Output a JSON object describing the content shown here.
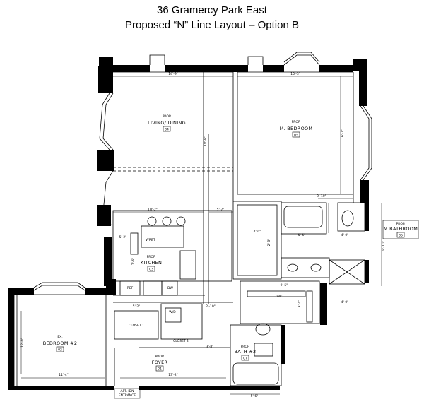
{
  "header": {
    "title": "36 Gramercy Park East",
    "subtitle": "Proposed “N” Line Layout – Option B"
  },
  "rooms": {
    "living": {
      "prefix": "PROP.",
      "name": "LIVING/ DINING",
      "num": "04"
    },
    "mbed": {
      "prefix": "PROP.",
      "name": "M. BEDROOM",
      "num": "05"
    },
    "mbath": {
      "prefix": "PROP.",
      "name": "M BATHROOM",
      "num": "06"
    },
    "kitchen": {
      "prefix": "PROP.",
      "name": "KITCHEN",
      "num": "03"
    },
    "bed2": {
      "prefix": "EX.",
      "name": "BEDROOM #2",
      "num": "02"
    },
    "foyer": {
      "prefix": "PROP.",
      "name": "FOYER",
      "num": "01"
    },
    "bath2": {
      "prefix": "PROP.",
      "name": "BATH #2",
      "num": "07"
    }
  },
  "labels": {
    "closet1": "CLOSET 1",
    "closet2": "CLOSET 2",
    "wic": "WIC",
    "wd": "W/D",
    "ref": "REF",
    "dw": "DW",
    "wrbt": "WRBT",
    "entrance_line1": "APT. IDN",
    "entrance_line2": "ENTRANCE"
  },
  "dimensions": {
    "d_living_w": "14'-9\"",
    "d_mbed_w": "15'-3\"",
    "d_mbed_h": "16'-7\"",
    "d_living_h": "18'-8\"",
    "d_kitchen_w": "10'-2\"",
    "d_5_7": "5'-7\"",
    "d_9_10": "9'-10\"",
    "d_4_0a": "4'-0\"",
    "d_5_5": "5'-5\"",
    "d_4_0b": "4'-0\"",
    "d_9_5": "9'-5\"",
    "d_4_0c": "4'-0\"",
    "d_5_2a": "5'-2\"",
    "d_5_2b": "5'-2\"",
    "d_2_10": "2'-10\"",
    "d_3_8": "3'-8\"",
    "d_11_4": "11'-4\"",
    "d_13_2": "13'-2\"",
    "d_5_6": "5'-6\"",
    "d_12_9": "12'-9\"",
    "d_8_10": "8'-10\"",
    "d_7_6": "7'-6\"",
    "d_2_8": "2'-8\"",
    "d_3_4": "3'-4\""
  }
}
